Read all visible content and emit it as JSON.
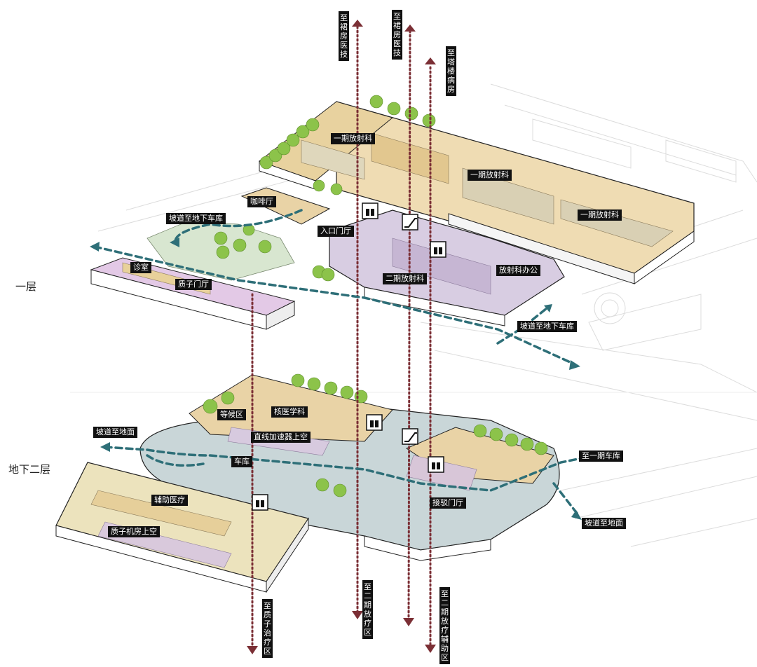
{
  "floors": {
    "first": "一层",
    "basement2": "地下二层"
  },
  "rooms_first": {
    "radiology_1a": "一期放射科",
    "radiology_1b": "一期放射科",
    "radiology_1c": "一期放射科",
    "cafe": "咖啡厅",
    "entrance_hall": "入口门厅",
    "radiology_2": "二期放射科",
    "radiology_office": "放射科办公",
    "clinic": "诊室",
    "proton_hall": "质子门厅"
  },
  "routes_first": {
    "ramp_left": "坡道至地下车库",
    "ramp_right": "坡道至地下车库"
  },
  "rooms_b2": {
    "waiting": "等候区",
    "nuclear": "核医学科",
    "linac": "直线加速器上空",
    "garage": "车库",
    "aux_medical": "辅助医疗",
    "proton_machine": "质子机房上空",
    "transfer_hall": "接驳门厅"
  },
  "routes_b2": {
    "ramp_ground_left": "坡道至地面",
    "to_phase1_garage": "至一期车库",
    "ramp_ground_right": "坡道至地面"
  },
  "vertical_up": {
    "podium_tech_a": "至裙房医技",
    "podium_tech_b": "至裙房医技",
    "tower_ward": "至塔楼病房"
  },
  "vertical_down": {
    "proton_treatment": "至质子治疗区",
    "phase2_radiotherapy": "至二期放疗区",
    "phase2_radiotherapy_aux": "至二期放疗辅助区"
  },
  "colors": {
    "flow_vertical": "#7b2f35",
    "flow_vehicle": "#2e6f78",
    "beige": "#e9d3a6",
    "lavender": "#cfc2d8",
    "garage_grey": "#c9d6d8",
    "green": "#8cc34a",
    "site_line": "#d4d4d4"
  },
  "icons": [
    "elevator-icon",
    "escalator-icon"
  ]
}
